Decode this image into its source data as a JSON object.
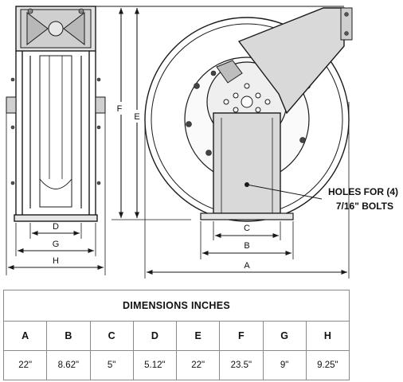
{
  "diagram": {
    "callout_line1": "HOLES FOR (4)",
    "callout_line2": "7/16\" BOLTS",
    "dimension_letters": {
      "A": "A",
      "B": "B",
      "C": "C",
      "D": "D",
      "E": "E",
      "F": "F",
      "G": "G",
      "H": "H"
    },
    "colors": {
      "line": "#1a1a1a",
      "panel": "#d9d9d9",
      "table_border": "#8a8a8a"
    }
  },
  "table": {
    "title": "DIMENSIONS INCHES",
    "headers": [
      "A",
      "B",
      "C",
      "D",
      "E",
      "F",
      "G",
      "H"
    ],
    "values": [
      "22\"",
      "8.62\"",
      "5\"",
      "5.12\"",
      "22\"",
      "23.5\"",
      "9\"",
      "9.25\""
    ]
  }
}
